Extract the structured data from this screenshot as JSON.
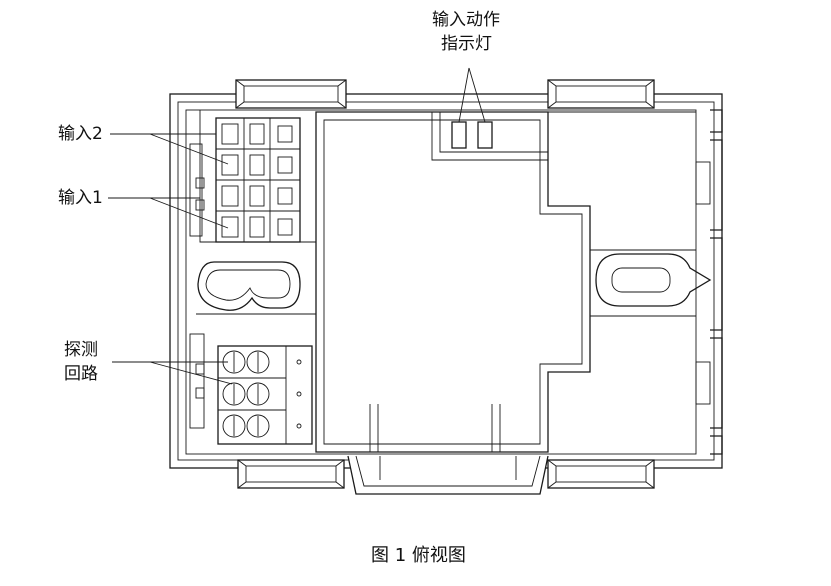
{
  "labels": {
    "indicator_line1": "输入动作",
    "indicator_line2": "指示灯",
    "input2": "输入2",
    "input1": "输入1",
    "detect_line1": "探测",
    "detect_line2": "回路"
  },
  "caption": "图 1 俯视图"
}
